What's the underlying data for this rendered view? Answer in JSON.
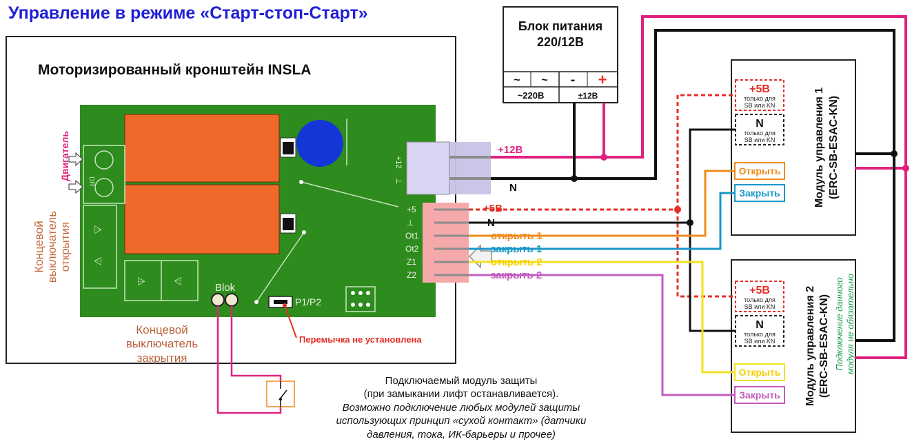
{
  "title": "Управление в режиме «Старт-стоп-Старт»",
  "board": {
    "title": "Моторизированный кронштейн INSLA",
    "motor_label": "Двигатель",
    "dr_label": "DR",
    "limit_open": [
      "Концевой",
      "выключатель",
      "открытия"
    ],
    "limit_close": [
      "Концевой",
      "выключатель",
      "закрытия"
    ],
    "blok_label": "Blok",
    "jumper_label": "P1/P2",
    "jumper_note": "Перемычка не установлена",
    "pwr_pins": [
      "+12",
      "⊥"
    ],
    "ctrl_pins": [
      "+5",
      "⊥",
      "Ot1",
      "Ot2",
      "Z1",
      "Z2"
    ]
  },
  "power_supply": {
    "title_line1": "Блок питания",
    "title_line2": "220/12В",
    "terminals": [
      "~",
      "~",
      "-",
      "+"
    ],
    "ac_label": "~220В",
    "dc_label": "±12В"
  },
  "wires": {
    "v12": "+12В",
    "n": "N",
    "v5": "+5В",
    "n2": "N",
    "open1": "открыть 1",
    "close1": "закрыть 1",
    "open2": "открыть 2",
    "close2": "закрыть 2"
  },
  "module1": {
    "title": "Модуль управления 1",
    "model": "(ERC-SB-ESAC-KN)",
    "v5_label": "+5В",
    "v5_note": [
      "только для",
      "SB или KN"
    ],
    "n_label": "N",
    "n_note": [
      "только для",
      "SB или KN"
    ],
    "open_btn": "Открыть",
    "close_btn": "Закрыть"
  },
  "module2": {
    "title": "Модуль управления 2",
    "model": "(ERC-SB-ESAC-KN)",
    "optional_note": [
      "Подключение данного",
      "модуля не обязательно"
    ],
    "v5_label": "+5В",
    "v5_note": [
      "только для",
      "SB или KN"
    ],
    "n_label": "N",
    "n_note": [
      "только для",
      "SB или KN"
    ],
    "open_btn": "Открыть",
    "close_btn": "Закрыть"
  },
  "protection": {
    "line1": "Подключаемый модуль защиты",
    "line2": "(при замыкании лифт останавливается).",
    "line3": "Возможно подключение любых модулей защиты",
    "line4": "использующих принцип «сухой контакт» (датчики",
    "line5": "давления, тока, ИК-барьеры и прочее)"
  },
  "colors": {
    "title_blue": "#1f1fd6",
    "magenta": "#e0217f",
    "red": "#e52e27",
    "orange": "#f08a1c",
    "blue": "#1997c9",
    "yellow": "#f4e01e",
    "violet": "#c15cbf",
    "board_green": "#2e8b1d",
    "relay_orange": "#f0692a",
    "limit_brown": "#c86a3e",
    "note_green": "#1aa04a"
  }
}
